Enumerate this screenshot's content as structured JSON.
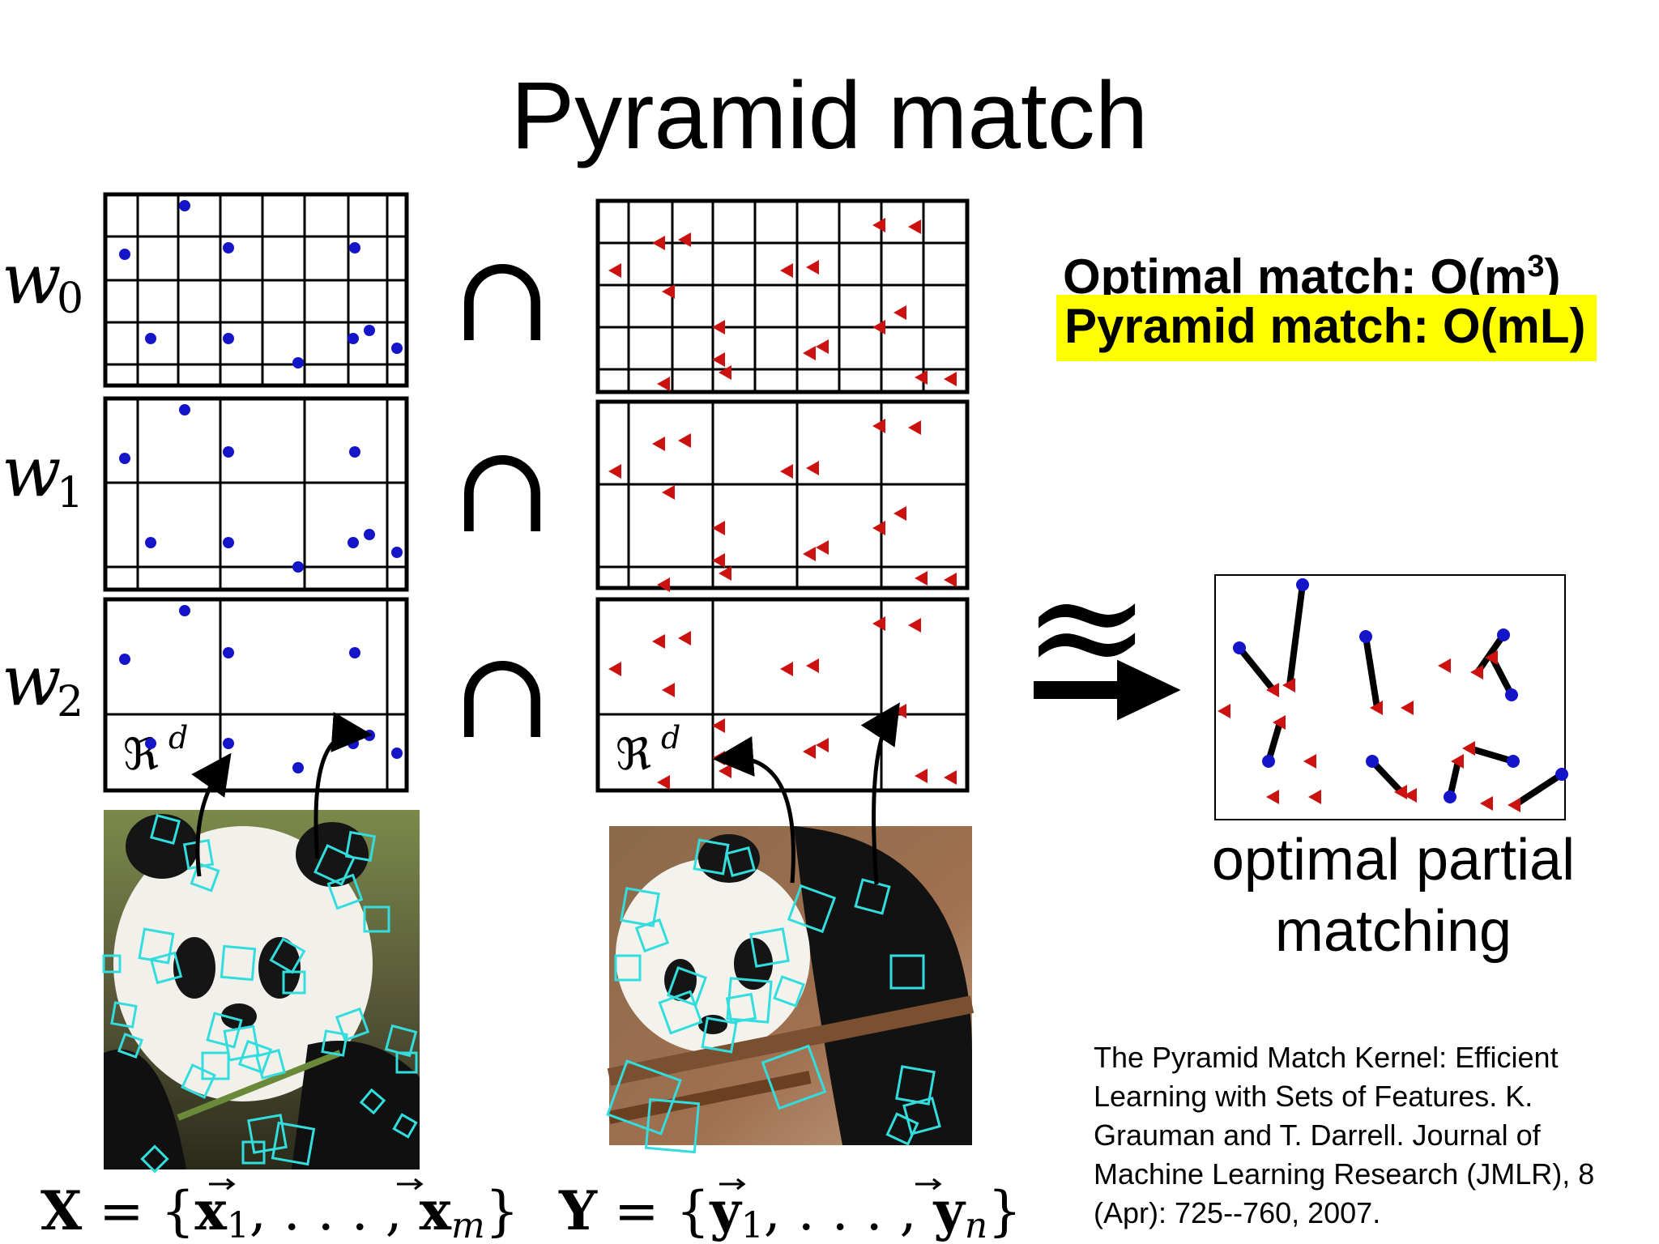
{
  "title": "Pyramid match",
  "levels": [
    {
      "name": "w",
      "subscript": "0",
      "symbol": "∩"
    },
    {
      "name": "w",
      "subscript": "1",
      "symbol": "∩"
    },
    {
      "name": "w",
      "subscript": "2",
      "symbol": "∩"
    }
  ],
  "space_label": {
    "base": "ℜ",
    "superscript": "d"
  },
  "set_x": {
    "lhs": "X",
    "eq": " = {",
    "v1": "x",
    "s1": "1",
    "dots": ", . . . , ",
    "v2": "x",
    "s2": "m",
    "close": "}"
  },
  "set_y": {
    "lhs": "Y",
    "eq": " = {",
    "v1": "y",
    "s1": "1",
    "dots": ", . . . , ",
    "v2": "y",
    "s2": "n",
    "close": "}"
  },
  "approx_symbol": "≈",
  "complexity": {
    "optimal": "Optimal match:  O(m",
    "optimal_exp": "3",
    "optimal_close": ")",
    "pyramid": "Pyramid match: O(mL)"
  },
  "partial_caption": {
    "line1": "optimal partial",
    "line2": "matching"
  },
  "citation": [
    "The Pyramid Match Kernel: Efficient",
    "Learning with Sets of Features.  K.",
    "Grauman and T. Darrell.  Journal of",
    "Machine Learning Research (JMLR), 8",
    "(Apr): 725--760, 2007."
  ],
  "colors": {
    "x_points": "#1414c8",
    "y_points": "#cc1111",
    "feature_boxes": "#33dddd",
    "highlight": "#ffff00"
  }
}
